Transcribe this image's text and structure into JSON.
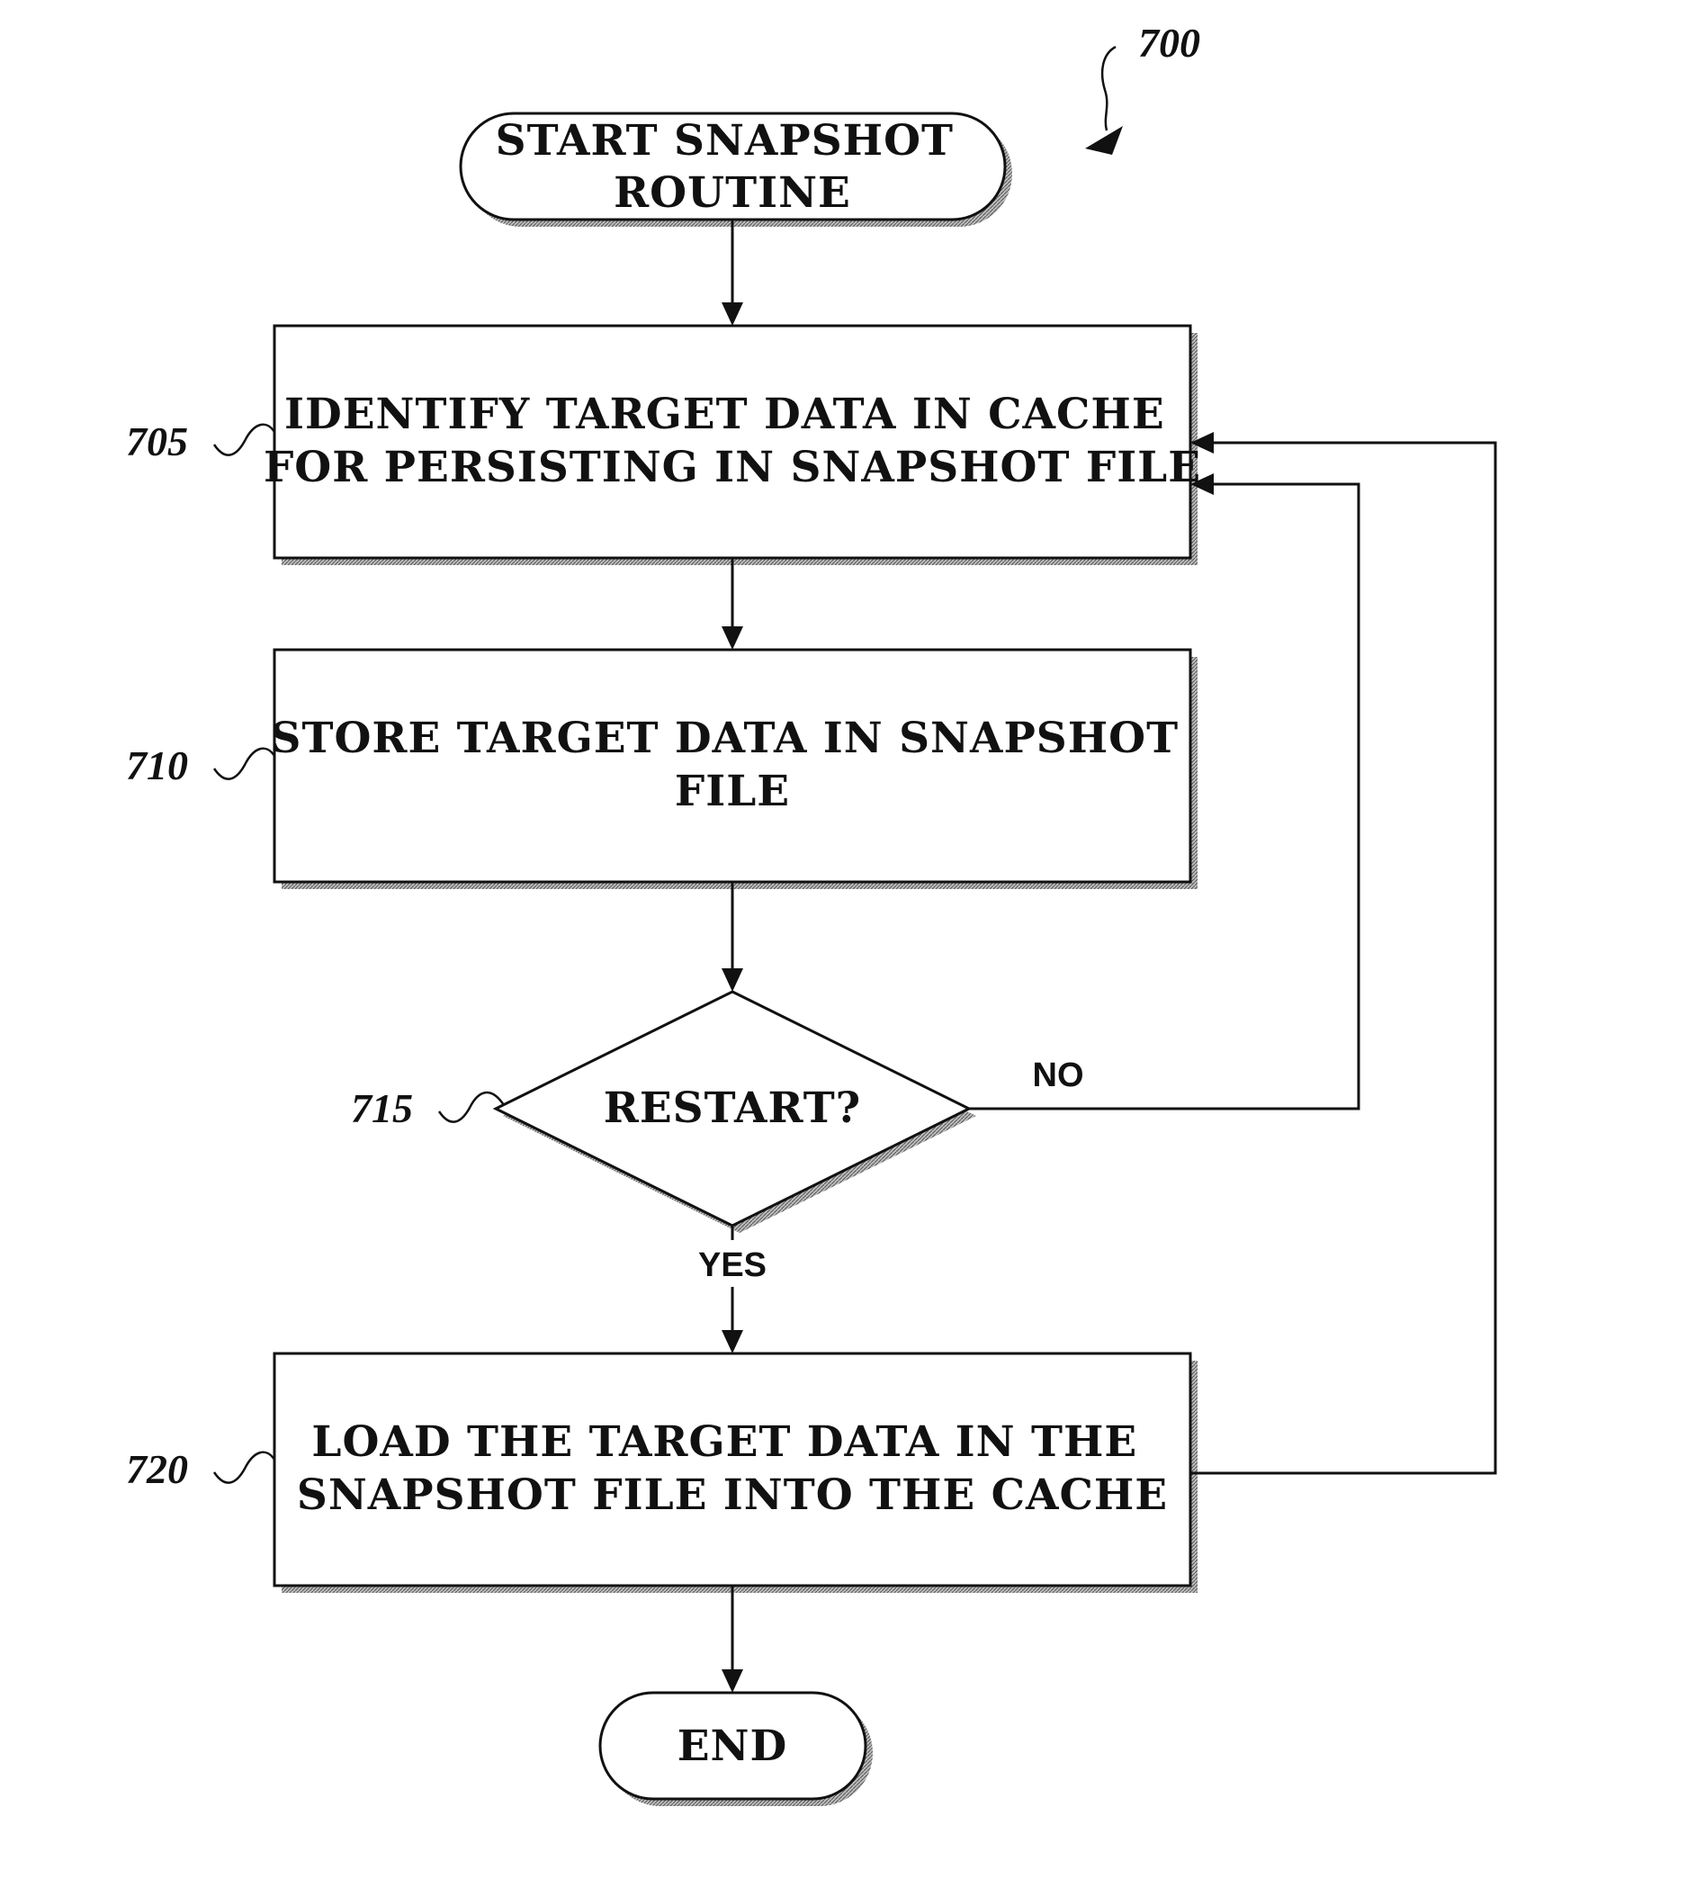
{
  "figure": {
    "number": "700",
    "nodes": {
      "start": {
        "lines": [
          "START SNAPSHOT",
          "ROUTINE"
        ]
      },
      "step_705": {
        "ref": "705",
        "lines": [
          "IDENTIFY TARGET DATA IN CACHE",
          "FOR PERSISTING IN SNAPSHOT FILE"
        ]
      },
      "step_710": {
        "ref": "710",
        "lines": [
          "STORE TARGET DATA IN SNAPSHOT",
          "FILE"
        ]
      },
      "decision_715": {
        "ref": "715",
        "lines": [
          "RESTART?"
        ]
      },
      "step_720": {
        "ref": "720",
        "lines": [
          "LOAD THE TARGET DATA IN THE",
          "SNAPSHOT FILE INTO THE CACHE"
        ]
      },
      "end": {
        "lines": [
          "END"
        ]
      }
    },
    "edge_labels": {
      "no": "NO",
      "yes": "YES"
    }
  }
}
